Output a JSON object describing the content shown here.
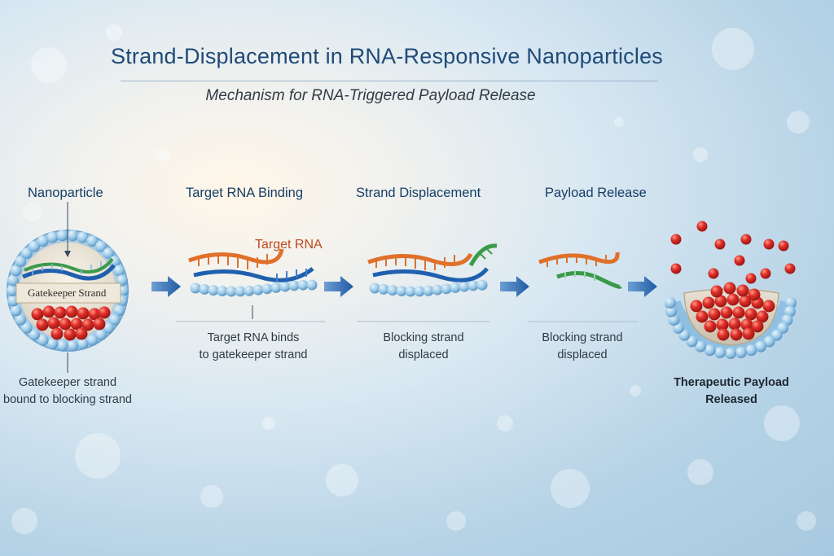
{
  "header": {
    "title": "Strand-Displacement in RNA-Responsive Nanoparticles",
    "subtitle": "Mechanism for RNA-Triggered Payload Release"
  },
  "steps": [
    {
      "title": "Nanoparticle",
      "inner_label": "Gatekeeper Strand",
      "caption_line1": "Gatekeeper strand",
      "caption_line2": "bound to blocking strand"
    },
    {
      "title": "Target RNA Binding",
      "strand_label": "Target RNA",
      "caption_line1": "Target RNA binds",
      "caption_line2": "to gatekeeper strand"
    },
    {
      "title": "Strand Displacement",
      "caption_line1": "Blocking strand",
      "caption_line2": "displaced"
    },
    {
      "title": "Payload Release",
      "caption_line1": "Blocking strand",
      "caption_line2": "displaced"
    },
    {
      "caption_line1": "Therapeutic Payload",
      "caption_line2": "Released"
    }
  ],
  "colors": {
    "title": "#1f4a78",
    "target_rna": "#e0702a",
    "gatekeeper": "#1f5fae",
    "blocking": "#3a9a4a",
    "membrane": "#8fc0e4",
    "payload": "#d4221f",
    "arrow": "#2f6ab1"
  }
}
